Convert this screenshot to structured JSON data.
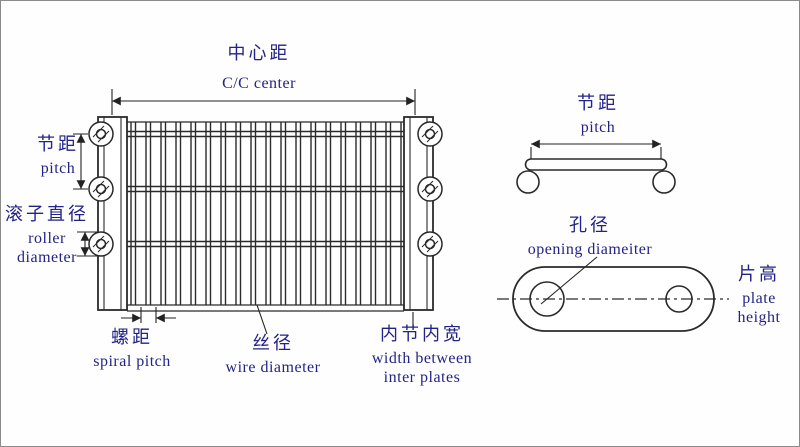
{
  "colors": {
    "label_text": "#232387",
    "line": "#2a2a2a",
    "background": "#fefefe"
  },
  "labels": {
    "cc_center": {
      "zh": "中心距",
      "en": "C/C center"
    },
    "pitch_main": {
      "zh": "节距",
      "en": "pitch"
    },
    "roller_diameter": {
      "zh": "滚子直径",
      "en_line1": "roller",
      "en_line2": "diameter"
    },
    "spiral_pitch": {
      "zh": "螺距",
      "en": "spiral pitch"
    },
    "wire_diameter": {
      "zh": "丝径",
      "en": "wire diameter"
    },
    "inner_width": {
      "zh": "内节内宽",
      "en_line1": "width between",
      "en_line2": "inter plates"
    },
    "pitch_top_view": {
      "zh": "节距",
      "en": "pitch"
    },
    "opening_diameter": {
      "zh": "孔径",
      "en": "opening diameiter"
    },
    "plate_height": {
      "zh": "片高",
      "en_line1": "plate",
      "en_line2": "height"
    }
  }
}
